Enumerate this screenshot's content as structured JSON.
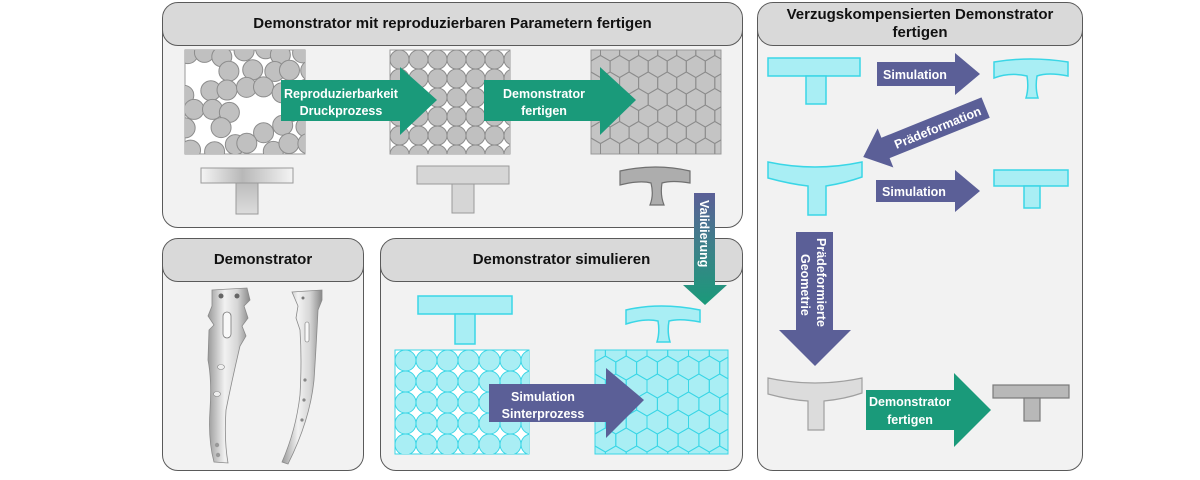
{
  "panels": {
    "top": {
      "title": "Demonstrator mit reproduzierbaren Parametern fertigen"
    },
    "demo": {
      "title": "Demonstrator"
    },
    "sim": {
      "title": "Demonstrator simulieren"
    },
    "right": {
      "title_line1": "Verzugskompensierten Demonstrator",
      "title_line2": "fertigen"
    }
  },
  "arrows": {
    "reproduzierbarkeit": {
      "line1": "Reproduzierbarkeit",
      "line2": "Druckprozess"
    },
    "fertigen_top": {
      "line1": "Demonstrator",
      "line2": "fertigen"
    },
    "validierung": {
      "label": "Validierung"
    },
    "sinter": {
      "line1": "Simulation",
      "line2": "Sinterprozess"
    },
    "sim1": {
      "label": "Simulation"
    },
    "praedeformation": {
      "label": "Prädeformation"
    },
    "sim2": {
      "label": "Simulation"
    },
    "praedef_geo": {
      "line1": "Prädeformierte",
      "line2": "Geometrie"
    },
    "fertigen_bottom": {
      "line1": "Demonstrator",
      "line2": "fertigen"
    }
  },
  "colors": {
    "green": "#1a9a7a",
    "purple": "#5b5f97",
    "cyan_fill": "#a9eef4",
    "cyan_stroke": "#3ad6e6",
    "gray_particle": "#c0c0c0",
    "panel_bg": "#f2f2f2",
    "header_bg": "#d9d9d9"
  }
}
